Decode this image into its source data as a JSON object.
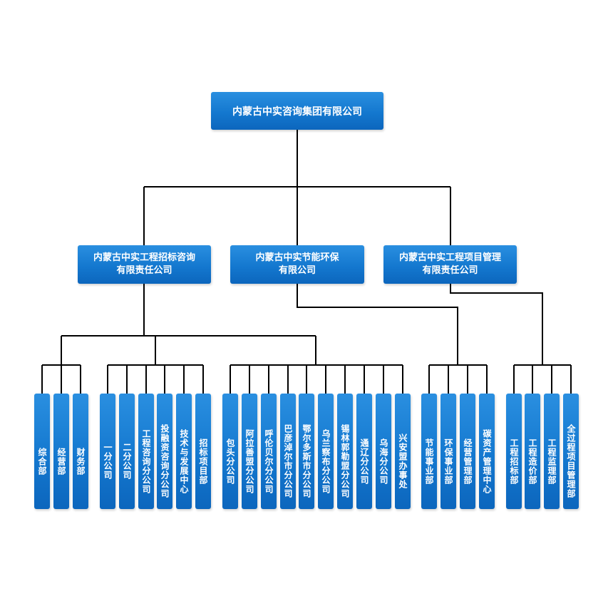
{
  "root": {
    "title": "内蒙古中实咨询集团有限公司"
  },
  "companies": [
    {
      "line1": "内蒙古中实工程招标咨询",
      "line2": "有限责任公司"
    },
    {
      "line1": "内蒙古中实节能环保",
      "line2": "有限公司"
    },
    {
      "line1": "内蒙古中实工程项目管理",
      "line2": "有限责任公司"
    }
  ],
  "units": [
    "综合部",
    "经营部",
    "财务部",
    "一分公司",
    "二分公司",
    "工程咨询分公司",
    "投融资咨询分公司",
    "技术与发展中心",
    "招标项目部",
    "包头分公司",
    "阿拉善盟分公司",
    "呼伦贝尔分公司",
    "巴彦淖尔市分公司",
    "鄂尔多斯市分公司",
    "乌兰察布分公司",
    "锡林郭勒盟分公司",
    "通辽分公司",
    "乌海分公司",
    "兴安盟办事处",
    "节能事业部",
    "环保事业部",
    "经营管理部",
    "碳资产管理中心",
    "工程招标部",
    "工程造价部",
    "工程监理部",
    "全过程项目管理部"
  ]
}
